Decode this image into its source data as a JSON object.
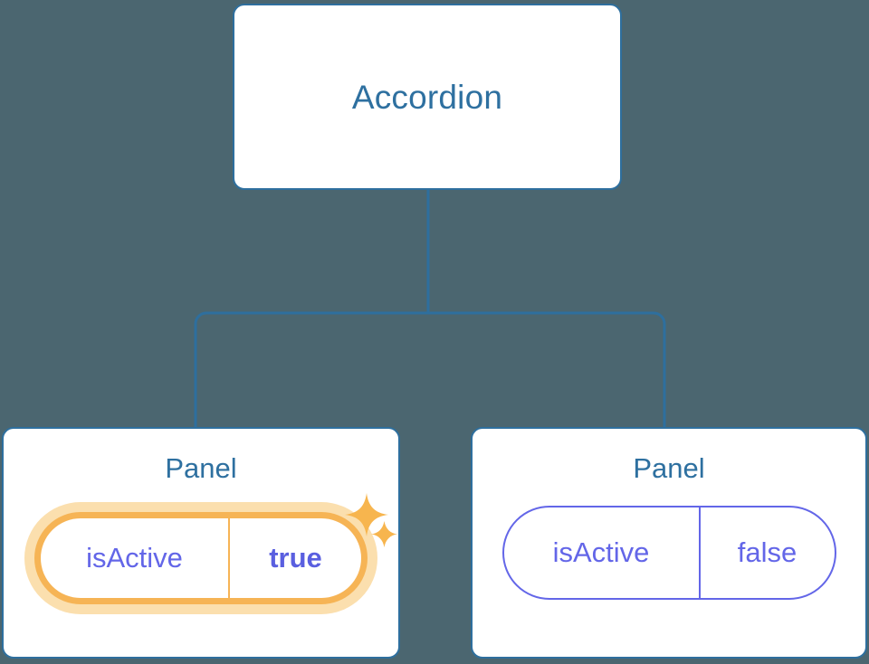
{
  "diagram": {
    "type": "component-tree",
    "background_color": "#4B6670",
    "accent_color": "#2E6F9E",
    "title_color": "#2E70A0",
    "prop_color": "#6366E8",
    "highlight_color": "#F6B455",
    "highlight_glow_color": "#FBDFAE"
  },
  "root": {
    "label": "Accordion"
  },
  "children": [
    {
      "label": "Panel",
      "prop": {
        "key": "isActive",
        "value": "true"
      },
      "highlighted": true,
      "sparkles": [
        "sparkle-large",
        "sparkle-small"
      ]
    },
    {
      "label": "Panel",
      "prop": {
        "key": "isActive",
        "value": "false"
      },
      "highlighted": false
    }
  ]
}
